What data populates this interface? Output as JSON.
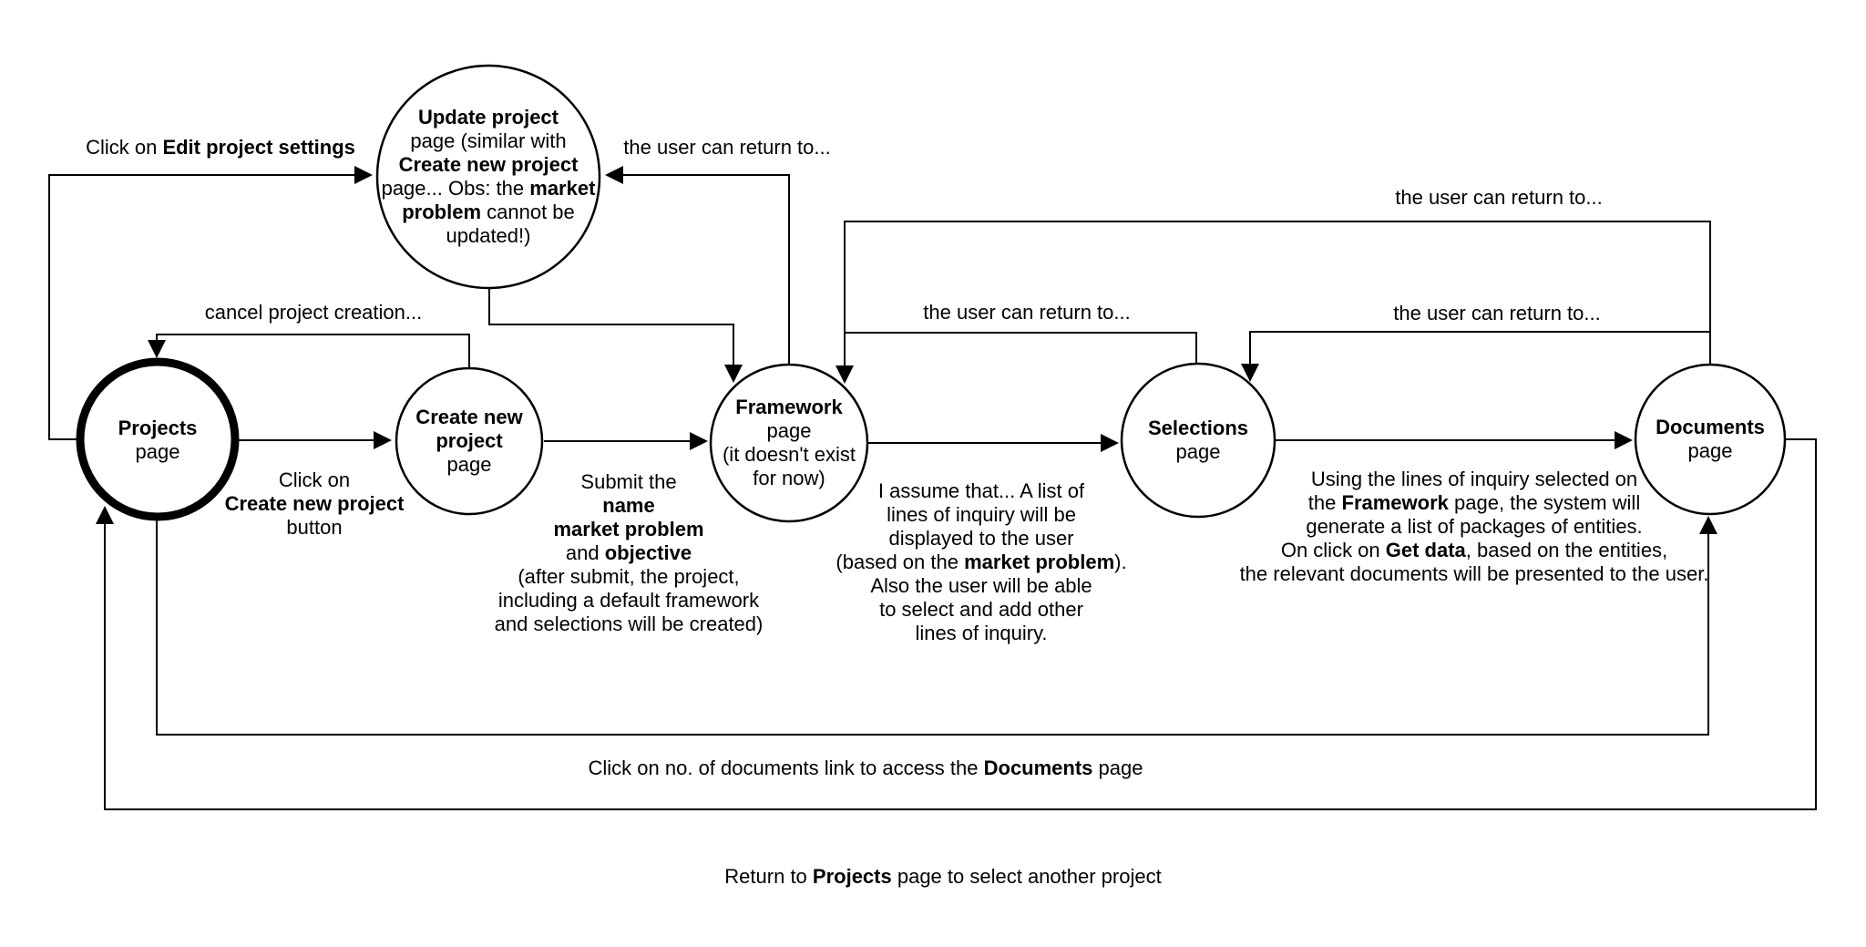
{
  "colors": {
    "line": "#000000",
    "text": "#000000",
    "background": "#ffffff"
  },
  "nodes": {
    "projects": {
      "lines": [
        [
          {
            "t": "Projects",
            "b": true
          }
        ],
        [
          {
            "t": "page"
          }
        ]
      ]
    },
    "create_new_project": {
      "lines": [
        [
          {
            "t": "Create new",
            "b": true
          }
        ],
        [
          {
            "t": "project",
            "b": true
          }
        ],
        [
          {
            "t": "page"
          }
        ]
      ]
    },
    "update_project": {
      "lines": [
        [
          {
            "t": "Update project",
            "b": true
          }
        ],
        [
          {
            "t": "page (similar with"
          }
        ],
        [
          {
            "t": "Create new project",
            "b": true
          }
        ],
        [
          {
            "t": "page... Obs: the "
          },
          {
            "t": "market",
            "b": true
          }
        ],
        [
          {
            "t": "problem",
            "b": true
          },
          {
            "t": " cannot be"
          }
        ],
        [
          {
            "t": "updated!)"
          }
        ]
      ]
    },
    "framework": {
      "lines": [
        [
          {
            "t": "Framework",
            "b": true
          }
        ],
        [
          {
            "t": "page"
          }
        ],
        [
          {
            "t": "(it doesn't exist"
          }
        ],
        [
          {
            "t": "for now)"
          }
        ]
      ]
    },
    "selections": {
      "lines": [
        [
          {
            "t": "Selections",
            "b": true
          }
        ],
        [
          {
            "t": "page"
          }
        ]
      ]
    },
    "documents": {
      "lines": [
        [
          {
            "t": "Documents",
            "b": true
          }
        ],
        [
          {
            "t": "page"
          }
        ]
      ]
    }
  },
  "labels": {
    "user_can_return": "the user can return to...",
    "edit_settings": [
      [
        {
          "t": "Click on "
        },
        {
          "t": "Edit project settings",
          "b": true
        }
      ]
    ],
    "cancel_creation": [
      [
        {
          "t": "cancel project creation..."
        }
      ]
    ],
    "click_create": [
      [
        {
          "t": "Click on"
        }
      ],
      [
        {
          "t": "Create new project",
          "b": true
        }
      ],
      [
        {
          "t": "button"
        }
      ]
    ],
    "submit": [
      [
        {
          "t": "Submit the"
        }
      ],
      [
        {
          "t": "name",
          "b": true
        }
      ],
      [
        {
          "t": "market problem",
          "b": true
        }
      ],
      [
        {
          "t": "and "
        },
        {
          "t": "objective",
          "b": true
        }
      ],
      [
        {
          "t": "(after submit, the project,"
        }
      ],
      [
        {
          "t": "including a default framework"
        }
      ],
      [
        {
          "t": "and selections will be created)"
        }
      ]
    ],
    "assume": [
      [
        {
          "t": "I assume that... A list of"
        }
      ],
      [
        {
          "t": "lines of inquiry will be"
        }
      ],
      [
        {
          "t": "displayed to the user"
        }
      ],
      [
        {
          "t": "(based on the "
        },
        {
          "t": "market problem",
          "b": true
        },
        {
          "t": ")."
        }
      ],
      [
        {
          "t": "Also the user will be able"
        }
      ],
      [
        {
          "t": "to select and add other"
        }
      ],
      [
        {
          "t": "lines of inquiry."
        }
      ]
    ],
    "using_lines": [
      [
        {
          "t": "Using the lines of inquiry selected on"
        }
      ],
      [
        {
          "t": "the "
        },
        {
          "t": "Framework",
          "b": true
        },
        {
          "t": " page, the system will"
        }
      ],
      [
        {
          "t": "generate a list of packages of entities."
        }
      ],
      [
        {
          "t": "On click on "
        },
        {
          "t": "Get data",
          "b": true
        },
        {
          "t": ", based on the entities,"
        }
      ],
      [
        {
          "t": "the relevant documents will be presented to the user."
        }
      ]
    ],
    "click_docs": [
      [
        {
          "t": "Click on no. of documents link to access the "
        },
        {
          "t": "Documents",
          "b": true
        },
        {
          "t": " page"
        }
      ]
    ],
    "return_projects": [
      [
        {
          "t": "Return to "
        },
        {
          "t": "Projects",
          "b": true
        },
        {
          "t": " page to select another project"
        }
      ]
    ]
  }
}
